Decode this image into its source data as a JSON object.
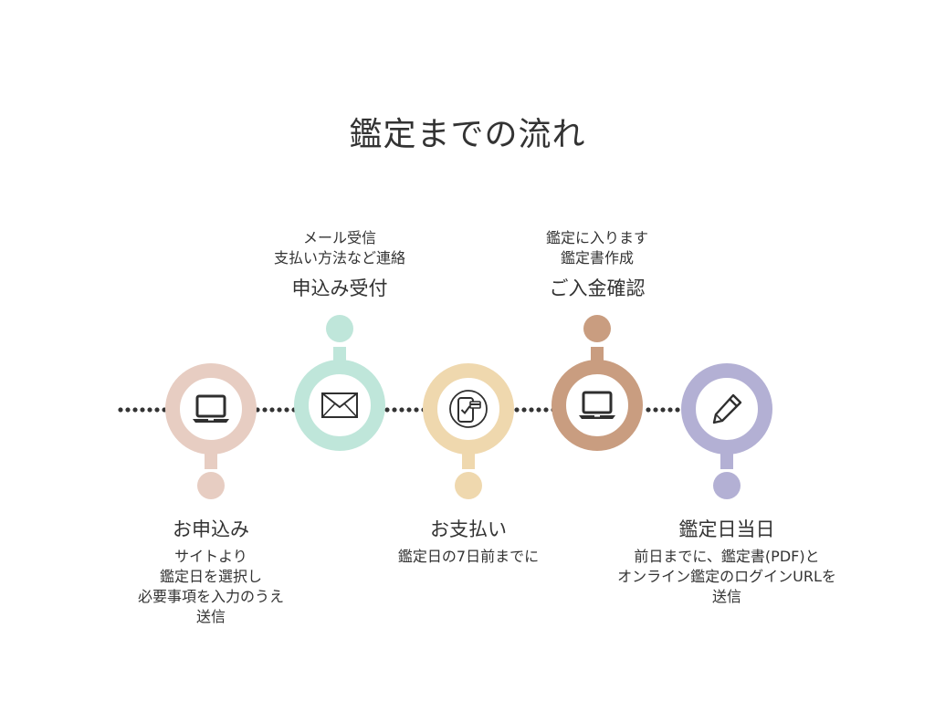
{
  "title": "鑑定までの流れ",
  "colors": {
    "step1": "#e7cdc2",
    "step2": "#bfe6da",
    "step3": "#efd8ae",
    "step4": "#c99d80",
    "step5": "#b3b0d4",
    "dots": "#333333"
  },
  "steps": [
    {
      "title": "お申込み",
      "desc": "サイトより\n鑑定日を選択し\n必要事項を入力のうえ\n送信",
      "icon": "laptop-icon"
    },
    {
      "title": "申込み受付",
      "desc": "メール受信\n支払い方法など連絡",
      "icon": "envelope-icon"
    },
    {
      "title": "お支払い",
      "desc": "鑑定日の7日前までに",
      "icon": "payment-icon"
    },
    {
      "title": "ご入金確認",
      "desc": "鑑定に入ります\n鑑定書作成",
      "icon": "laptop-icon"
    },
    {
      "title": "鑑定日当日",
      "desc": "前日までに、鑑定書(PDF)と\nオンライン鑑定のログインURLを\n送信",
      "icon": "pencil-icon"
    }
  ]
}
